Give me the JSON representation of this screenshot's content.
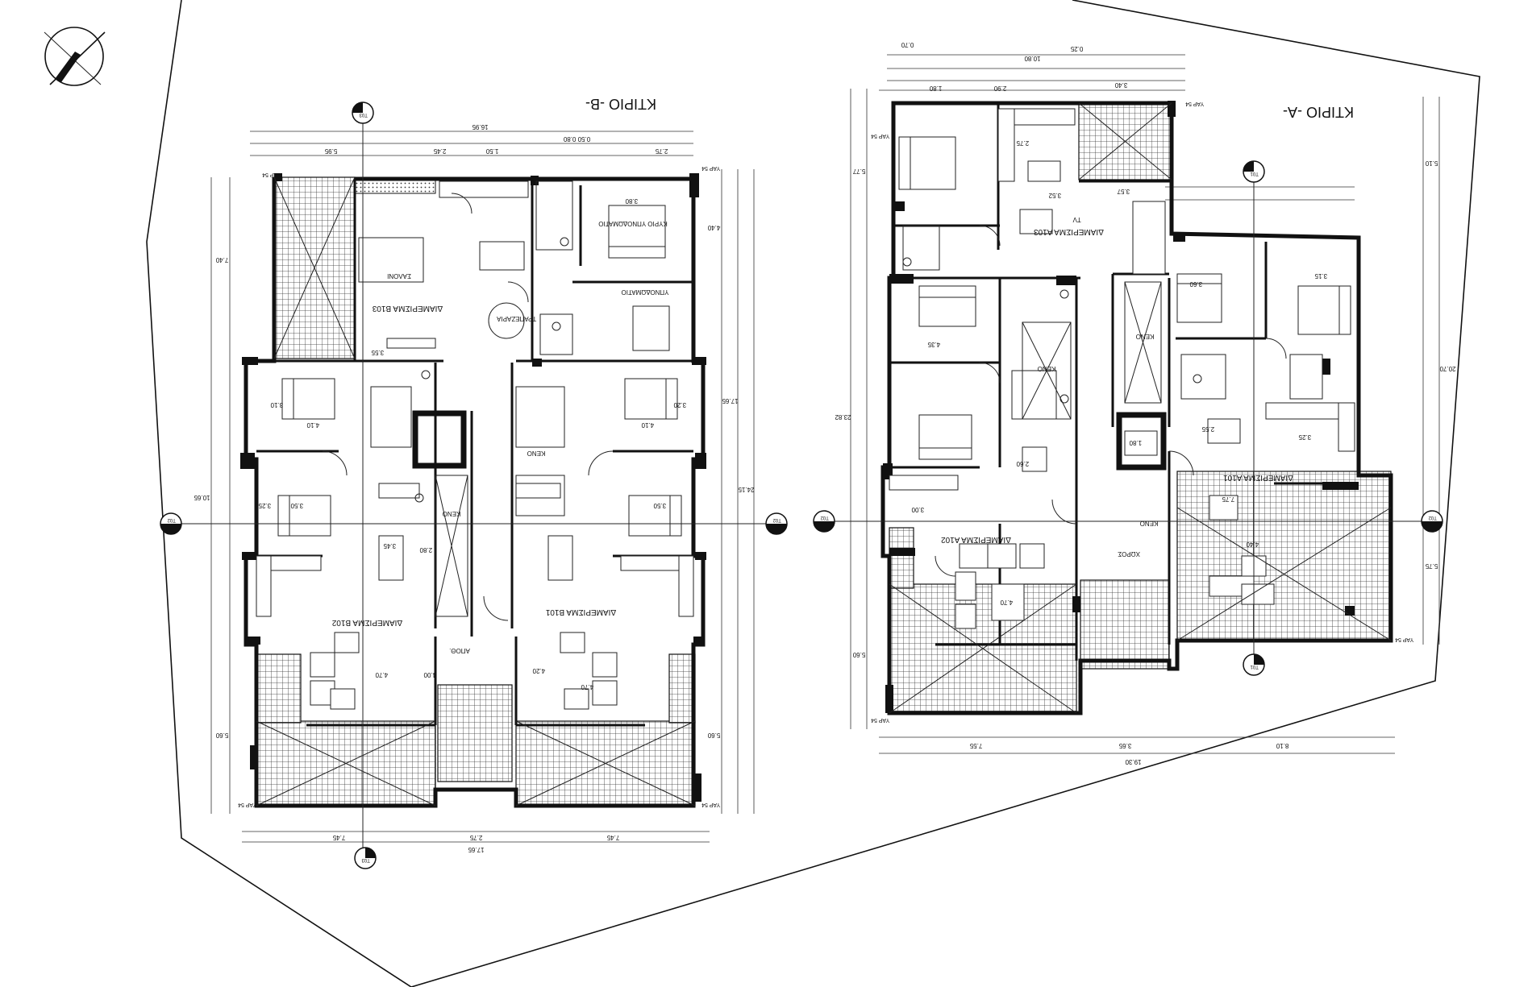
{
  "buildings": {
    "b": {
      "title": "KTIPIO -B-"
    },
    "a": {
      "title": "KTIPIO -A-"
    }
  },
  "apartments": {
    "b101": "ΔΙΑΜΕΡΙΣΜΑ Β101",
    "b102": "ΔΙΑΜΕΡΙΣΜΑ Β102",
    "b103": "ΔΙΑΜΕΡΙΣΜΑ Β103",
    "a101": "ΔΙΑΜΕΡΙΣΜΑ Α101",
    "a102": "ΔΙΑΜΕΡΙΣΜΑ Α102",
    "a103": "ΔΙΑΜΕΡΙΣΜΑ Α103"
  },
  "rooms": {
    "kyrio": "ΚΥΡΙΟ ΥΠΝΟΔΩΜΑΤΙΟ",
    "ypno": "ΥΠΝΟΔΩΜΑΤΙΟ",
    "saloni": "ΣΑΛΟΝΙ",
    "trapezaria": "ΤΡΑΠΕΖΑΡΙΑ",
    "keno": "ΚΕΝΟ",
    "apoth": "ΑΠΟΘ.",
    "xoros": "ΧΩΡΟΣ",
    "tv": "TV"
  },
  "section_markers": {
    "t01": "T01",
    "t02": "T02",
    "t03": "T03"
  },
  "annotations": {
    "yap": "ΥΑΡ 54"
  },
  "dimensions_b": {
    "top_total": "16.95",
    "top_a": "0.50 0.80",
    "top_b": "5.95",
    "top_c": "2.45",
    "top_d": "1.50",
    "top_e": "2.75",
    "bottom_total": "17.65",
    "bottom_a": "7.45",
    "bottom_b": "2.75",
    "bottom_c": "7.45",
    "left_total": "10.65",
    "left_a": "7.40",
    "left_b": "5.60",
    "right_total": "24.15",
    "right_a": "17.65",
    "right_b": "4.40",
    "right_c": "5.60"
  },
  "dimensions_a": {
    "top_total": "10.80",
    "top_a": "0.70",
    "top_b": "0.25",
    "top_c": "3.40",
    "top_d": "2.90",
    "top_e": "1.80",
    "bottom_total": "19.30",
    "bottom_a": "7.55",
    "bottom_b": "3.65",
    "bottom_c": "8.10",
    "left_total": "23.82",
    "left_a": "5.77",
    "left_b": "5.60",
    "right_total": "20.70",
    "right_a": "5.10",
    "right_b": "5.75"
  },
  "room_dims": {
    "d1": "3.10",
    "d2": "4.10",
    "d3": "3.20",
    "d4": "3.50",
    "d5": "3.25",
    "d6": "4.70",
    "d7": "4.20",
    "d8": "3.45",
    "d9": "2.80",
    "d10": "4.00",
    "d11": "3.80",
    "d12": "3.55",
    "d13": "3.15",
    "d14": "2.60",
    "d15": "4.35",
    "d16": "3.52",
    "d17": "3.57",
    "d18": "2.75",
    "d19": "7.75",
    "d20": "4.40",
    "d21": "3.60",
    "d22": "3.00",
    "d23": "1.80",
    "d24": "2.55"
  }
}
